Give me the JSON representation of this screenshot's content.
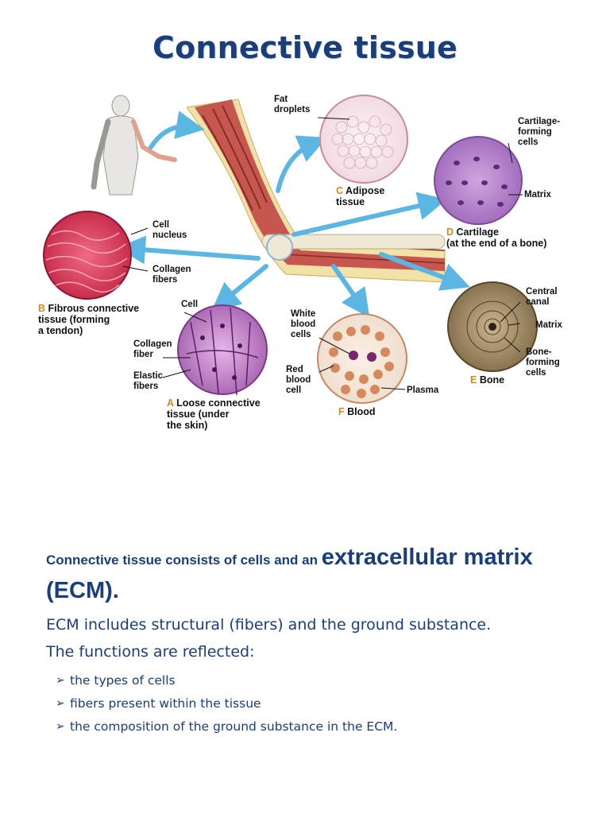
{
  "title": "Connective tissue",
  "figure": {
    "fat_droplets": "Fat\ndroplets",
    "adipose": {
      "letter": "C",
      "label": "Adipose\ntissue"
    },
    "cartilage_cells": "Cartilage-\nforming\ncells",
    "cartilage_matrix": "Matrix",
    "cartilage": {
      "letter": "D",
      "label": "Cartilage\n(at the end of a bone)"
    },
    "cell_nucleus": "Cell\nnucleus",
    "collagen_fibers": "Collagen\nfibers",
    "fibrous": {
      "letter": "B",
      "label": "Fibrous connective\ntissue (forming\na tendon)"
    },
    "loose_cell": "Cell",
    "collagen_fiber": "Collagen\nfiber",
    "elastic_fibers": "Elastic\nfibers",
    "loose": {
      "letter": "A",
      "label": "Loose connective\ntissue (under\nthe skin)"
    },
    "white_blood": "White\nblood\ncells",
    "red_blood": "Red\nblood\ncell",
    "plasma": "Plasma",
    "blood": {
      "letter": "F",
      "label": "Blood"
    },
    "central_canal": "Central\ncanal",
    "bone_matrix": "Matrix",
    "bone_cells": "Bone-\nforming\ncells",
    "bone": {
      "letter": "E",
      "label": "Bone"
    }
  },
  "text": {
    "intro_prefix": "Connective tissue consists of cells and an ",
    "intro_highlight": "extracellular matrix (ECM).",
    "ecm": "ECM includes structural (fibers) and the ground substance.",
    "functions": "The functions are reflected:",
    "bullets": [
      "the types of cells",
      "fibers present within the tissue",
      "the composition of the ground substance in the ECM."
    ]
  },
  "colors": {
    "title": "#1a3e7a",
    "arrow": "#5bb6e4",
    "letter": "#d38a1d"
  }
}
